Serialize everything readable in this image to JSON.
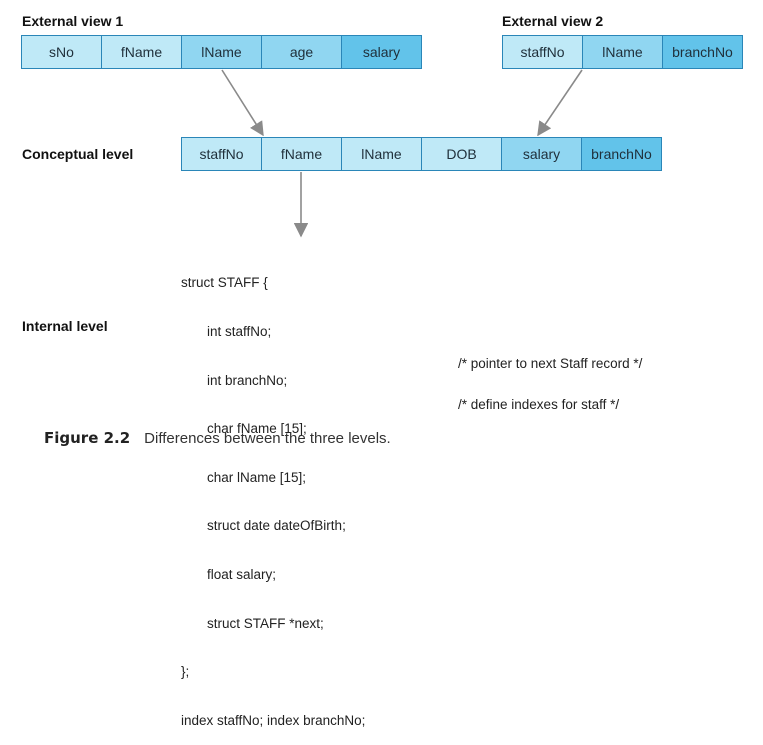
{
  "external_view_1": {
    "label": "External view 1",
    "fields": [
      "sNo",
      "fName",
      "lName",
      "age",
      "salary"
    ]
  },
  "external_view_2": {
    "label": "External view 2",
    "fields": [
      "staffNo",
      "lName",
      "branchNo"
    ]
  },
  "conceptual": {
    "label": "Conceptual level",
    "fields": [
      "staffNo",
      "fName",
      "lName",
      "DOB",
      "salary",
      "branchNo"
    ]
  },
  "internal": {
    "label": "Internal level",
    "code_lines": [
      "struct STAFF {",
      "int staffNo;",
      "int branchNo;",
      "char fName [15];",
      "char lName [15];",
      "struct date dateOfBirth;",
      "float salary;",
      "struct STAFF *next;",
      "};",
      "index staffNo; index branchNo;"
    ],
    "comment_next": "/* pointer to next Staff record */",
    "comment_index": "/* define indexes for staff */"
  },
  "caption": {
    "number": "Figure 2.2",
    "text": "Differences between the three levels."
  },
  "colors": {
    "cell_light": "#bfe9f7",
    "cell_mid": "#90d6f1",
    "cell_dark": "#62c3ea",
    "border": "#2a86b8",
    "arrow": "#8a8a8a"
  }
}
